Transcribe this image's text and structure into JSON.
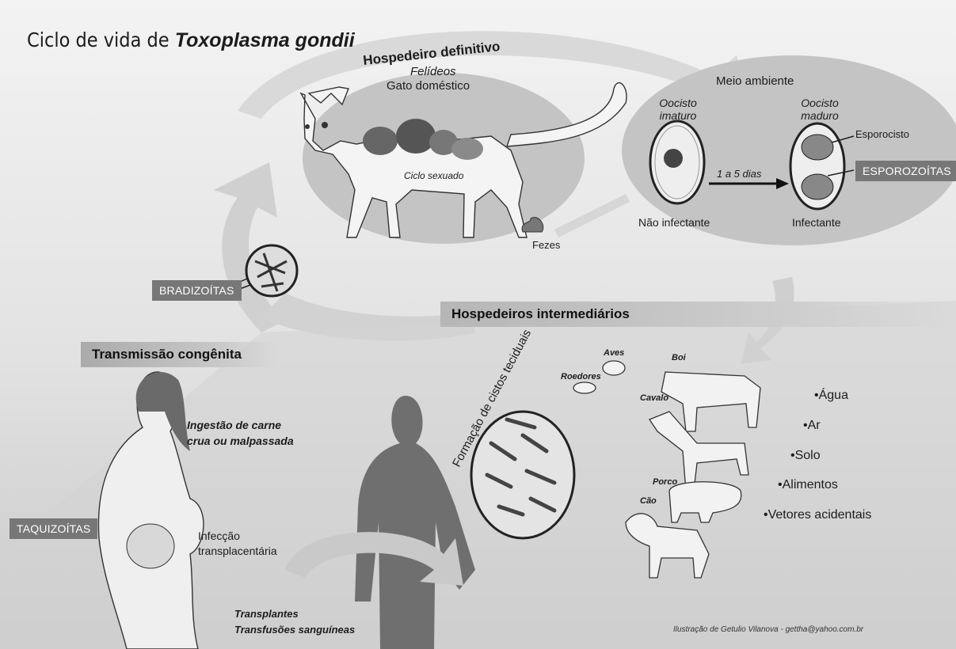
{
  "title": {
    "prefix": "Ciclo de vida de ",
    "species": "Toxoplasma gondii"
  },
  "definitive_host": {
    "heading": "Hospedeiro definitivo",
    "family": "Felídeos",
    "animal": "Gato doméstico",
    "cycle": "Ciclo sexuado"
  },
  "feces": "Fezes",
  "environment": {
    "heading": "Meio ambiente",
    "immature": "Oocisto imaturo",
    "mature": "Oocisto maduro",
    "sporocyst": "Esporocisto",
    "sporozoites": "ESPOROZOÍTAS",
    "duration": "1 a 5 dias",
    "not_infective": "Não infectante",
    "infective": "Infectante"
  },
  "bradyzoites": "BRADIZOÍTAS",
  "intermediate_hosts": {
    "heading": "Hospedeiros intermediários",
    "animals": [
      "Aves",
      "Boi",
      "Roedores",
      "Cavalo",
      "Porco",
      "Cão"
    ],
    "sources": [
      "•Água",
      "•Ar",
      "•Solo",
      "•Alimentos",
      "•Vetores acidentais"
    ]
  },
  "congenital": {
    "heading": "Transmissão congênita",
    "ingestion": "Ingestão de carne crua ou malpassada",
    "tachyzoites": "TAQUIZOÍTAS",
    "infection": "Infecção transplacentária"
  },
  "cyst_formation": "Formação de cistos teciduais",
  "transplants": "Transplantes",
  "transfusions": "Transfusões sanguíneas",
  "credit": "Ilustração de Getulio Vilanova - gettha@yahoo.com.br",
  "colors": {
    "bubble": "#c8c8c8",
    "arrow": "#d4d4d4",
    "label_box": "#777777",
    "silhouette": "#6f6f6f"
  }
}
